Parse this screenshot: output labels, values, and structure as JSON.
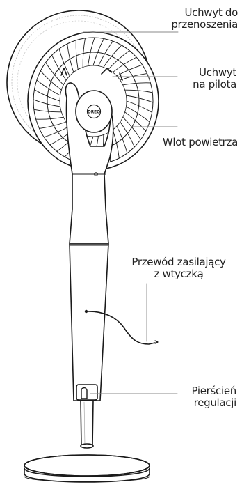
{
  "labels": {
    "carry_handle": [
      "Uchwyt do",
      "przenoszenia"
    ],
    "remote_holder": [
      "Uchwyt",
      "na pilota"
    ],
    "air_inlet": [
      "Wlot powietrza"
    ],
    "power_cord": [
      "Przewód zasilający",
      "z wtyczką"
    ],
    "adjust_ring": [
      "Pierścień",
      "regulacji"
    ]
  },
  "logo_text": "DREO",
  "colors": {
    "line": "#1a1a1a",
    "text": "#222222",
    "leader": "#888888"
  }
}
